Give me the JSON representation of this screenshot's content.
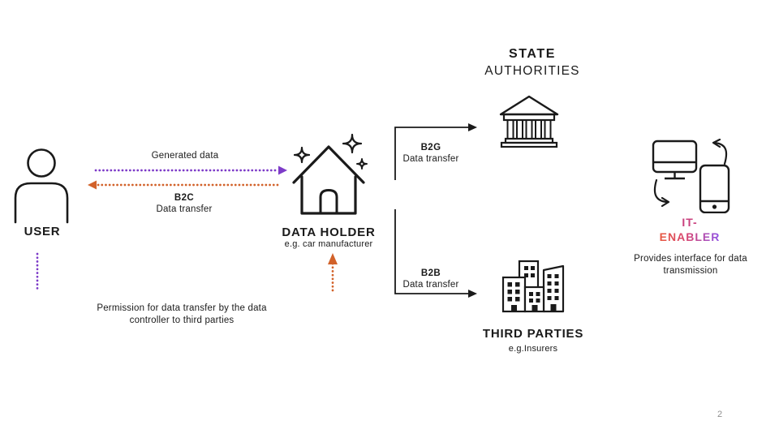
{
  "slide": {
    "page_number": "2"
  },
  "user": {
    "label": "USER"
  },
  "data_holder": {
    "label": "DATA HOLDER",
    "sublabel": "e.g. car manufacturer"
  },
  "state_authorities": {
    "title_bold": "STATE",
    "title_regular": "AUTHORITIES"
  },
  "third_parties": {
    "label": "THIRD PARTIES",
    "sublabel": "e.g.Insurers"
  },
  "it_enabler": {
    "title_top": "IT-",
    "title_bottom": "ENABLER",
    "desc_line1": "Provides interface for data",
    "desc_line2": "transmission"
  },
  "flows": {
    "generated_data": {
      "label": "Generated data"
    },
    "b2c": {
      "code": "B2C",
      "label": "Data transfer"
    },
    "b2g": {
      "code": "B2G",
      "label": "Data transfer"
    },
    "b2b": {
      "code": "B2B",
      "label": "Data transfer"
    },
    "permission": {
      "line1": "Permission for data transfer by the data",
      "line2": "controller to third parties"
    }
  },
  "colors": {
    "purple": "#7D3BC8",
    "orange": "#D2622A",
    "connector_black": "#1a1a1a",
    "it_title_pink": "#C9407E",
    "enabler_gradient_start": "#E8573D",
    "enabler_gradient_end": "#8E53E8",
    "page_number_gray": "#8f8f8f"
  },
  "icons": {
    "user": "person-icon",
    "data_holder": "house-sparkles-icon",
    "state_authorities": "bank-icon",
    "third_parties": "city-buildings-icon",
    "it_enabler": "device-sync-icon"
  }
}
